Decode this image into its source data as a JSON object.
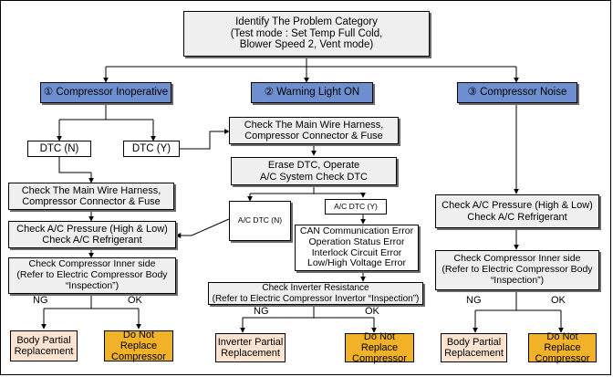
{
  "top": "Identify The Problem Category\n(Test mode : Set Temp Full Cold,\nBlower Speed 2, Vent mode)",
  "categories": {
    "c1": "① Compressor Inoperative",
    "c2": "② Warning Light ON",
    "c3": "③ Compressor Noise"
  },
  "left": {
    "dtc_n": "DTC (N)",
    "dtc_y": "DTC (Y)",
    "check_harness": "Check The Main Wire Harness,\nCompressor Connector & Fuse",
    "check_pressure": "Check A/C Pressure (High & Low)\nCheck A/C Refrigerant",
    "check_inner": "Check Compressor Inner side\n(Refer to Electric Compressor Body\n“Inspection”)",
    "ng": "NG",
    "ok": "OK",
    "body_partial": "Body Partial\nReplacement",
    "do_not_replace": "Do Not Replace\nCompressor"
  },
  "middle": {
    "check_harness": "Check The Main Wire Harness,\nCompressor Connector & Fuse",
    "erase_dtc": "Erase DTC, Operate\nA/C System Check DTC",
    "ac_dtc_n": "A/C DTC (N)",
    "ac_dtc_y": "A/C DTC (Y)",
    "errors": "CAN Communication Error\nOperation Status Error\nInterlock Circuit Error\nLow/High Voltage Error",
    "check_inverter": "Check Inverter Resistance\n(Refer to Electric Compressor Invertor “Inspection”)",
    "ng": "NG",
    "ok": "OK",
    "inverter_partial": "Inverter Partial\nReplacement",
    "do_not_replace": "Do Not Replace\nCompressor"
  },
  "right": {
    "check_pressure": "Check A/C Pressure (High & Low)\nCheck A/C Refrigerant",
    "check_inner": "Check Compressor Inner side\n(Refer to Electric Compressor Body\n“Inspection”)",
    "ng": "NG",
    "ok": "OK",
    "body_partial": "Body Partial\nReplacement",
    "do_not_replace": "Do Not Replace\nCompressor"
  },
  "colors": {
    "category_fill": "#6d8fd0",
    "step_fill": "#efefef",
    "replacement_fill": "#fce3d0",
    "keep_fill": "#f2b227"
  }
}
